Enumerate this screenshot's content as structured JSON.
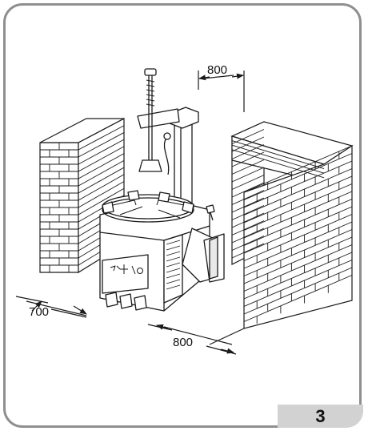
{
  "figure": {
    "number": "3",
    "dimensions": {
      "top_clearance": "800",
      "left_clearance": "700",
      "front_clearance": "800"
    }
  },
  "colors": {
    "frame": "#8f8f8f",
    "badge": "#d2d2d2",
    "line": "#1a1a1a"
  }
}
